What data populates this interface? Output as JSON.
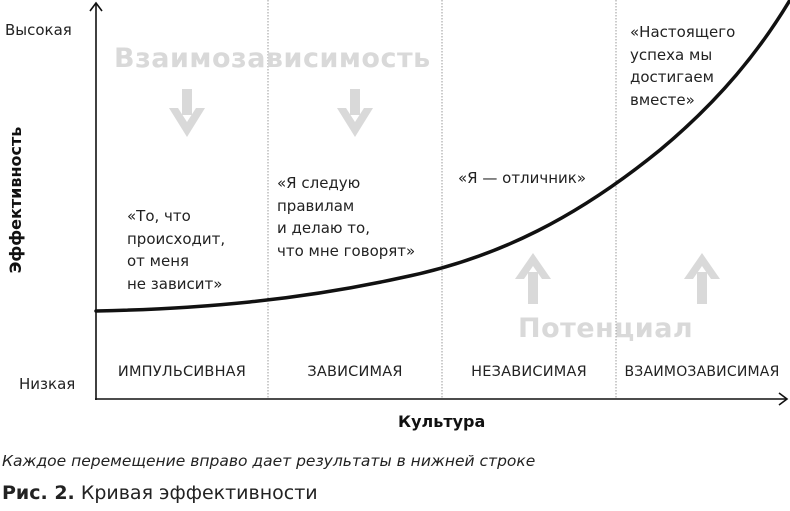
{
  "chart_data": {
    "type": "line",
    "title": "Кривая эффективности",
    "xlabel": "Культура",
    "ylabel": "Эффективность",
    "y_ticks": [
      "Низкая",
      "Высокая"
    ],
    "categories": [
      "ИМПУЛЬСИВНАЯ",
      "ЗАВИСИМАЯ",
      "НЕЗАВИСИМАЯ",
      "ВЗАИМОЗАВИСИМАЯ"
    ],
    "series": [
      {
        "name": "Кривая эффективности",
        "description": "Exponential-like curve rising left to right",
        "x": [
          0,
          1,
          2,
          3,
          4
        ],
        "values": [
          0.22,
          0.26,
          0.35,
          0.58,
          1.0
        ]
      }
    ],
    "ylim": [
      0,
      1
    ],
    "grid": "vertical dashed dividers between categories",
    "annotations": {
      "top_band": "Взаимозависимость",
      "bottom_band": "Потенциал",
      "quotes": [
        "«То, что\nпроисходит,\nот меня\nне зависит»",
        "«Я следую\nправилам\nи делаю то,\nчто мне говорят»",
        "«Я — отличник»",
        "«Настоящего\nуспеха мы\nдостигаем\nвместе»"
      ]
    }
  },
  "axes": {
    "y_high": "Высокая",
    "y_low": "Низкая",
    "y_title": "Эффективность",
    "x_title": "Культура"
  },
  "columns": [
    {
      "label": "ИМПУЛЬСИВНАЯ",
      "quote": "«То, что\nпроисходит,\nот меня\nне зависит»"
    },
    {
      "label": "ЗАВИСИМАЯ",
      "quote": "«Я следую\nправилам\nи делаю то,\nчто мне говорят»"
    },
    {
      "label": "НЕЗАВИСИМАЯ",
      "quote": "«Я — отличник»"
    },
    {
      "label": "ВЗАИМОЗАВИСИМАЯ",
      "quote": "«Настоящего\nуспеха мы\nдостигаем\nвместе»"
    }
  ],
  "watermarks": {
    "top": "Взаимозависимость",
    "bottom": "Потенциал"
  },
  "caption": {
    "note": "Каждое перемещение вправо дает результаты в нижней строке",
    "fig_label": "Рис. 2.",
    "fig_title": "Кривая эффективности"
  },
  "colors": {
    "line": "#111111",
    "watermark": "#d9d9d9",
    "divider": "#9a9a9a"
  }
}
